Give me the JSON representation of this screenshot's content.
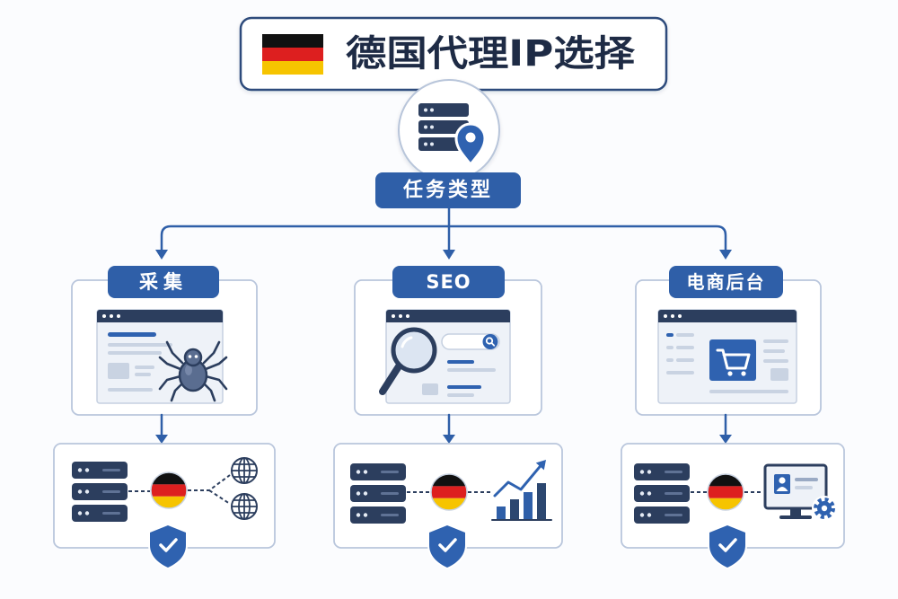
{
  "title": {
    "text": "德国代理IP选择",
    "flag_icon": "germany-flag-icon"
  },
  "hub": {
    "icon": "server-location-icon",
    "label": "任务类型"
  },
  "branches": [
    {
      "label": "采集",
      "illustration": "browser-spider-icon",
      "targets": [
        "globe-icon",
        "globe-icon"
      ],
      "badge": "shield-check-icon"
    },
    {
      "label": "SEO",
      "illustration": "browser-search-icon",
      "targets": [
        "chart-growth-icon"
      ],
      "badge": "shield-check-icon"
    },
    {
      "label": "电商后台",
      "illustration": "browser-cart-icon",
      "targets": [
        "monitor-gear-icon"
      ],
      "badge": "shield-check-icon"
    }
  ],
  "colors": {
    "navy": "#2c3e5e",
    "blue": "#2f62b0",
    "card_border": "#b9c6dc",
    "flag_black": "#111111",
    "flag_red": "#dd1f1f",
    "flag_gold": "#f6c400"
  }
}
